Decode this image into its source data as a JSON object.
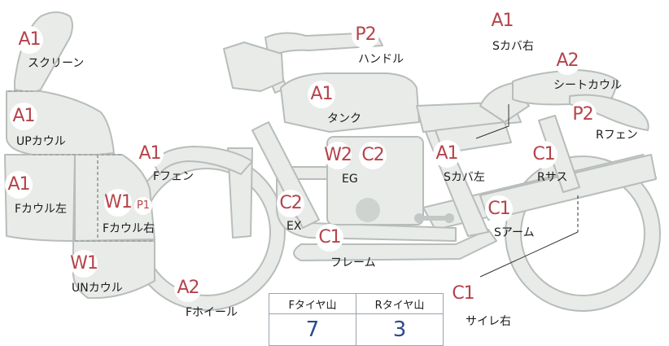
{
  "parts": [
    {
      "id": "screen",
      "grade": "A1",
      "name": "スクリーン"
    },
    {
      "id": "up-cowl",
      "grade": "A1",
      "name": "UPカウル"
    },
    {
      "id": "f-cowl-left",
      "grade": "A1",
      "name": "Fカウル左"
    },
    {
      "id": "f-cowl-right",
      "grade": "W1",
      "grade_extra": "P1",
      "name": "Fカウル右"
    },
    {
      "id": "un-cowl",
      "grade": "W1",
      "name": "UNカウル"
    },
    {
      "id": "f-fender",
      "grade": "A1",
      "name": "Fフェン"
    },
    {
      "id": "f-wheel",
      "grade": "A2",
      "name": "Fホイール"
    },
    {
      "id": "handle",
      "grade": "P2",
      "name": "ハンドル"
    },
    {
      "id": "tank",
      "grade": "A1",
      "name": "タンク"
    },
    {
      "id": "engine",
      "grade": "W2",
      "grade_extra": "C2",
      "name": "EG"
    },
    {
      "id": "exhaust",
      "grade": "C2",
      "name": "EX"
    },
    {
      "id": "frame",
      "grade": "C1",
      "name": "フレーム"
    },
    {
      "id": "side-cover-left",
      "grade": "A1",
      "name": "Sカバ左"
    },
    {
      "id": "side-cover-right",
      "grade": "A1",
      "name": "Sカバ右"
    },
    {
      "id": "seat-cowl",
      "grade": "A2",
      "name": "シートカウル"
    },
    {
      "id": "r-fender",
      "grade": "P2",
      "name": "Rフェン"
    },
    {
      "id": "r-sus",
      "grade": "C1",
      "name": "Rサス"
    },
    {
      "id": "swingarm",
      "grade": "C1",
      "name": "Sアーム"
    },
    {
      "id": "silencer-right",
      "grade": "C1",
      "name": "サイレ右"
    }
  ],
  "tires": {
    "front_label": "Fタイヤ山",
    "rear_label": "Rタイヤ山",
    "front_value": "7",
    "rear_value": "3"
  },
  "colors": {
    "part_fill": "#e8ebe8",
    "part_stroke": "#b8bdbb",
    "grade_text": "#b5434a",
    "tire_value": "#2e4a8c"
  }
}
